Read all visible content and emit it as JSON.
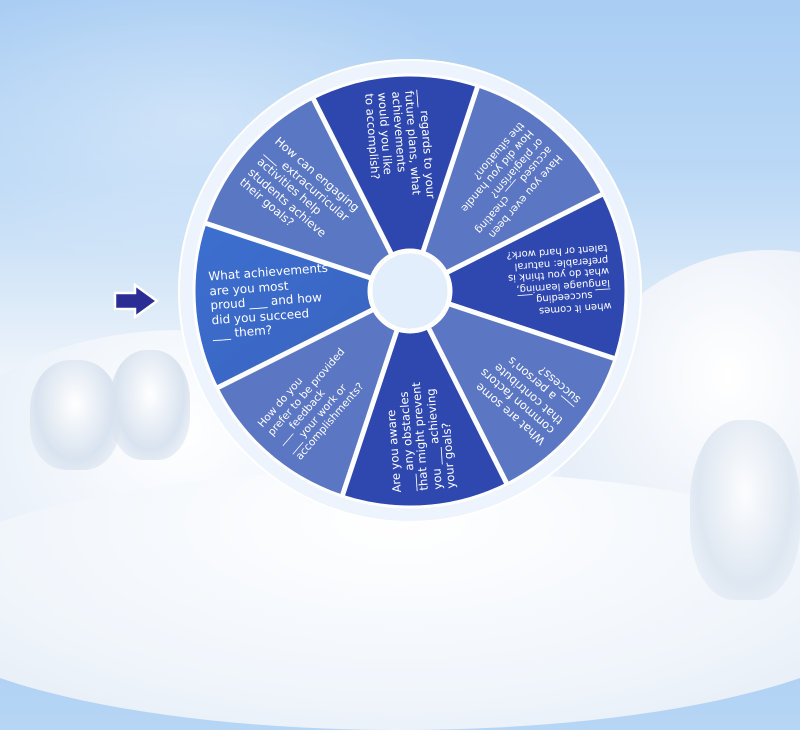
{
  "scene": {
    "colors": {
      "segment_deep": "#2e47ae",
      "segment_slate": "#5b76c2",
      "segment_bright": "#3f6fcb",
      "rim": "#eef4fd",
      "hub": "#e2eefc",
      "arrow": "#2c2d94"
    }
  },
  "pointer": {
    "icon": "arrow-right-icon"
  },
  "wheel": {
    "segments": [
      {
        "id": "what-achievements",
        "text": "What achievements\nare you most\nproud ___ and how\ndid you succeed\n___ them?"
      },
      {
        "id": "extracurricular",
        "text": "How can engaging\n___ extracurricular\nactivities help\nstudents achieve\ntheir goals?"
      },
      {
        "id": "future-plans",
        "text": "___ regards to your\nfuture plans, what\nachievements\nwould you like\nto accomplish?"
      },
      {
        "id": "cheating",
        "text": "Have you ever been\naccused ___ cheating\nor plagiarism?\nHow did you handle\nthe situation?"
      },
      {
        "id": "language-learning",
        "text": "when it comes\n___ succeeding ___\nlanguage learning,\nwhat do you think is\npreferable: natural\ntalent or hard work?"
      },
      {
        "id": "common-factors",
        "text": "What are some\ncommon factors\nthat contribute\n___ a person's\nsuccess?"
      },
      {
        "id": "obstacles",
        "text": "Are you aware\n___ any obstacles\nthat might prevent\nyou ___ achieving\nyour goals?"
      },
      {
        "id": "feedback",
        "text": "How do you\nprefer to be provided\n___ feedback\n___ your work or\naccomplishments?"
      }
    ]
  }
}
